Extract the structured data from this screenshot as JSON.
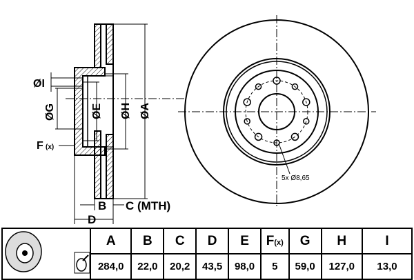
{
  "drawing": {
    "labels": {
      "I": "ØI",
      "G": "ØG",
      "E": "ØE",
      "H": "ØH",
      "A": "ØA",
      "F": "F",
      "F_sub": "(x)",
      "B": "B",
      "C": "C (MTH)",
      "D": "D"
    },
    "hole_note": "5x Ø8,65"
  },
  "table": {
    "headers": [
      "A",
      "B",
      "C",
      "D",
      "E",
      "F",
      "G",
      "H",
      "I"
    ],
    "f_sub": "(x)",
    "values": [
      "284,0",
      "22,0",
      "20,2",
      "43,5",
      "98,0",
      "5",
      "59,0",
      "127,0",
      "13,0"
    ]
  },
  "colors": {
    "line": "#000000",
    "background": "#ffffff"
  }
}
